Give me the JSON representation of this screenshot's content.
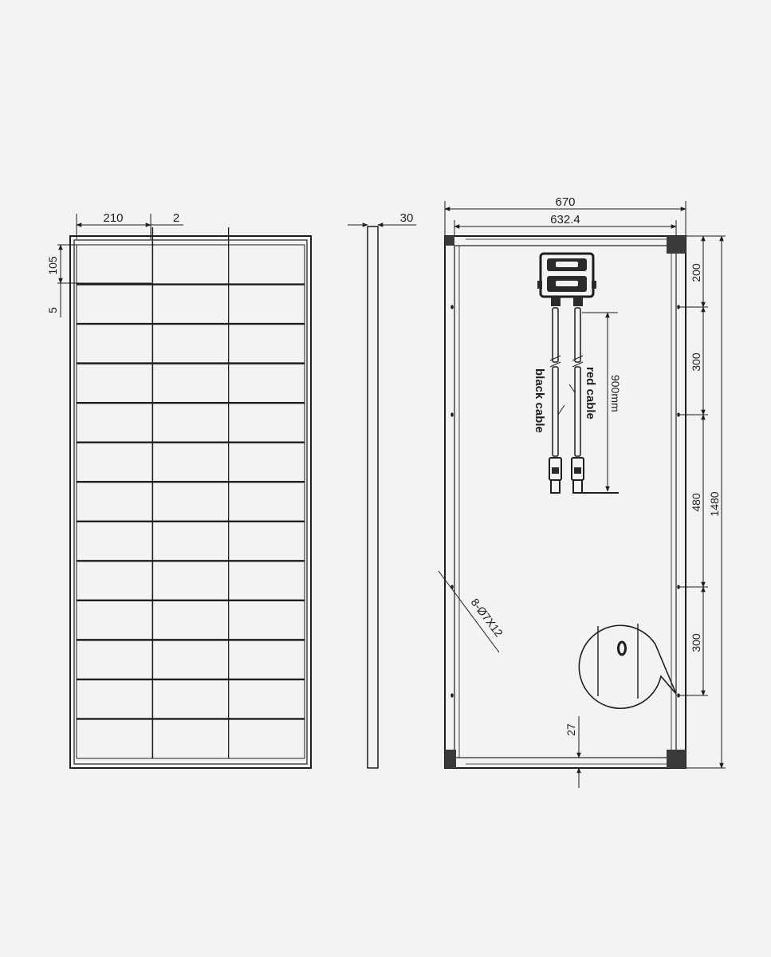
{
  "front_view": {
    "dimensions": {
      "cell_width": "210",
      "cell_gap": "2",
      "top_margin": "105",
      "row_gap": "5"
    },
    "cell_rows": 13,
    "cell_cols": 3
  },
  "side_view": {
    "dimensions": {
      "thickness": "30"
    }
  },
  "back_view": {
    "dimensions": {
      "outer_width": "670",
      "inner_width": "632.4",
      "total_height": "1480",
      "top_offset": "200",
      "hole_spacing_upper": "300",
      "hole_spacing_middle": "480",
      "hole_spacing_lower": "300",
      "frame_depth": "27",
      "cable_length": "900mm",
      "mounting_holes": "8-Ø7X12"
    },
    "labels": {
      "red_cable": "red cable",
      "black_cable": "black cable"
    }
  },
  "colors": {
    "background": "#f3f3f3",
    "line": "#1e1e1e",
    "corner_block": "#3a3a3a"
  }
}
